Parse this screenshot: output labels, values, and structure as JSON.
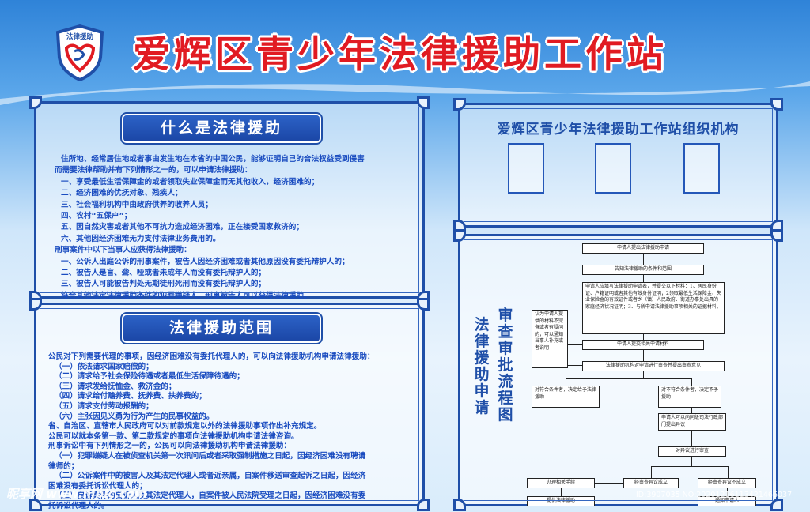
{
  "header": {
    "logo_text": "法律援助",
    "title": "爱辉区青少年法律援助工作站"
  },
  "left_top": {
    "banner": "什么是法律援助",
    "lines": [
      "住所地、经常居住地或者事由发生地在本省的中国公民，能够证明自己的合法权益受到侵害",
      "而需要法律帮助并有下列情形之一的，可以申请法律援助：",
      "一、享受最低生活保障金的或者领取失业保障金而无其他收入，经济困难的；",
      "二、经济困难的优抚对象、残疾人；",
      "三、社会福利机构中由政府供养的收养人员；",
      "四、农村“五保户”；",
      "五、因自然灾害或者其他不可抗力造成经济困难，正在接受国家救济的；",
      "六、其他因经济困难无力支付法律业务费用的。",
      "刑事案件中以下当事人应获得法律援助：",
      "一、公诉人出庭公诉的刑事案件，被告人因经济困难或者其他原因没有委托辩护人的；",
      "二、被告人是盲、聋、哑或者未成年人而没有委托辩护人的；",
      "三、被告人可能被告判处无期徒刑死刑而没有委托辩护人的；",
      "符合其他法定法律援助条件的犯罪嫌疑人、刑事被告人可以获得法律援助。"
    ]
  },
  "left_bottom": {
    "banner": "法律援助范围",
    "lines": [
      "公民对下列需要代理的事项，因经济困难没有委托代理人的，可以向法律援助机构申请法律援助：",
      "（一）依法请求国家赔偿的；",
      "（二）请求给予社会保险待遇或者最低生活保障待遇的；",
      "（三）请求发给抚恤金、救济金的；",
      "（四）请求给付赡养费、抚养费、扶养费的；",
      "（五）请求支付劳动报酬的；",
      "（六）主张因见义勇为行为产生的民事权益的。",
      "省、自治区、直辖市人民政府可以对前款规定以外的法律援助事项作出补充规定。",
      "公民可以就本条第一款、第二款规定的事项向法律援助机构申请法律咨询。",
      "刑事诉讼中有下列情形之一的，公民可以向法律援助机构申请法律援助：",
      "（一）犯罪嫌疑人在被侦查机关第一次讯问后或者采取强制措施之日起，因经济困难没有聘请",
      "律师的；",
      "（二）公诉案件中的被害人及其法定代理人或者近亲属，自案件移送审查起诉之日起，因经济",
      "困难没有委托诉讼代理人的；",
      "（三）自诉案件的自诉人及其法定代理人，自案件被人民法院受理之日起，因经济困难没有委",
      "托诉讼代理人的。"
    ]
  },
  "right_top": {
    "title": "爱辉区青少年法律援助工作站组织机构"
  },
  "right_bottom": {
    "vertical_title_1": "法律援助申请",
    "vertical_title_2": "审查审批流程图",
    "flow": {
      "step1": "申请人提出法律援助申请",
      "step2": "告知法律援助的条件和范围",
      "step3": "申请人应填写法律援助申请表，并提交以下材料：1、居民身份证、户籍证明或者其他有效身份证明；2领取最低生活保障金、失业保险金的有效证件或者乡（镇）人民政府、街道办事处出具的家庭经济状况证明；3、与所申请法律援助事项相关的证据材料。",
      "side_note": "认为申请人提供的材料不完备或者有疑问的，可以通知当事人补充或者说明",
      "step4": "申请人提交相关申请材料",
      "step5": "法律援助机构对申请进行审查并提出审查意见",
      "yes_branch": "对符合条件者，决定给予法律援助",
      "no_branch": "对不符合条件者，决定不予援助",
      "objection": "申请人可以向同级司法行政部门提出异议",
      "review": "对异议进行审查",
      "procedures": "办理相关手续",
      "review_ok": "经审查异议成立",
      "review_fail": "经审查异议不成立",
      "provide": "提供法律援助",
      "notify": "通知申请人"
    }
  },
  "watermark": {
    "site": "昵享网 www.nipic.com",
    "id_text": "ID:3907035 NO:20201216113421466037"
  }
}
